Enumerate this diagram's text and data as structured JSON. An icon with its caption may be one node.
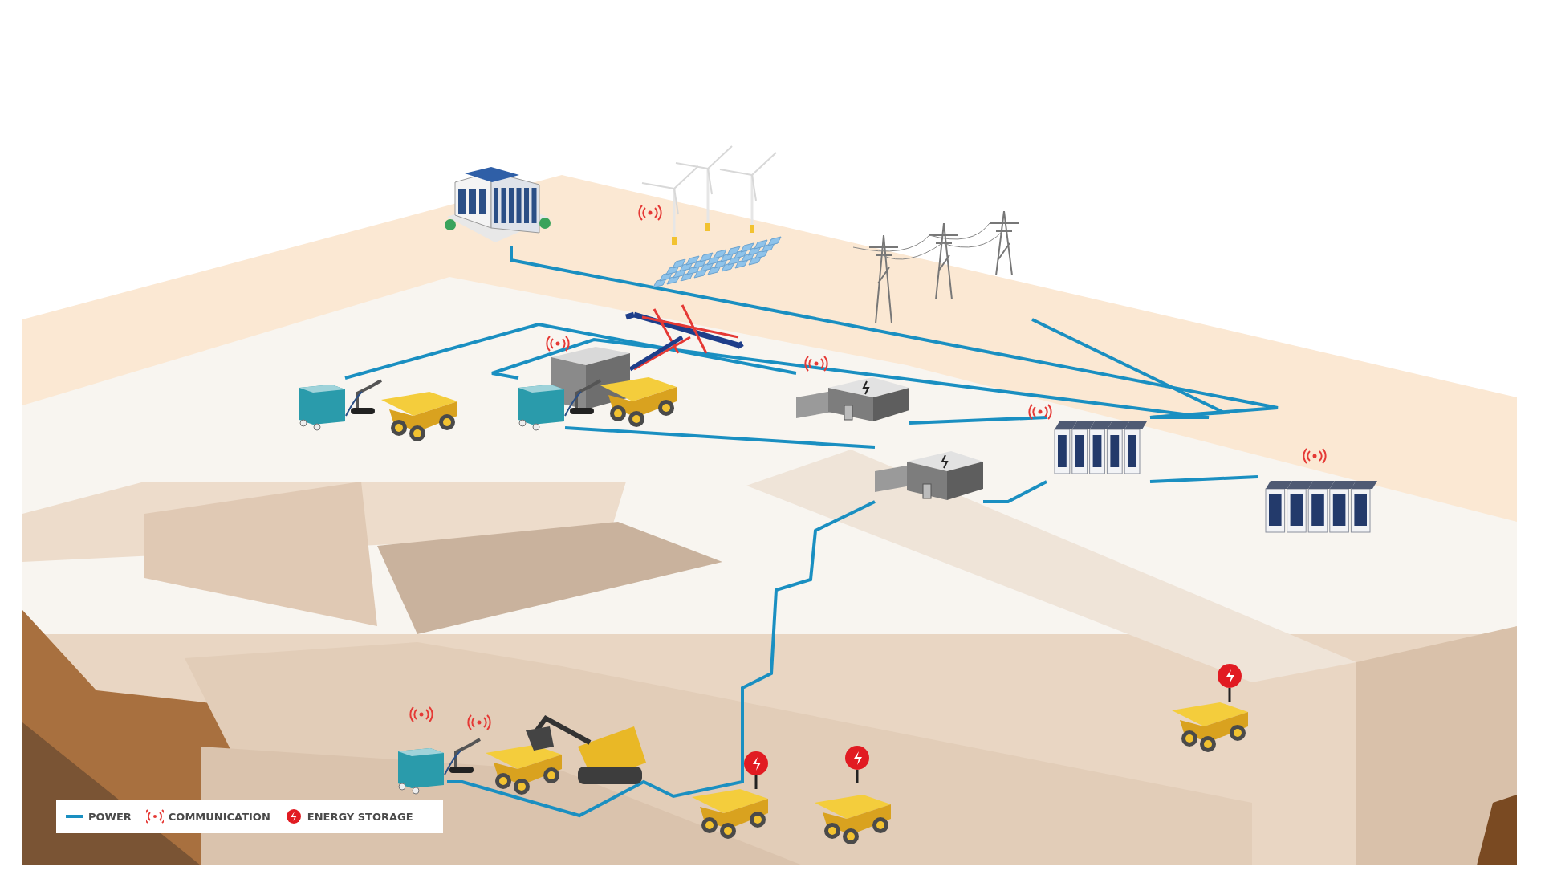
{
  "diagram": {
    "nodes": [
      {
        "text": [],
        "shape": "picture"
      },
      {
        "text": [],
        "shape": "picture"
      },
      {
        "text": [],
        "shape": "picture"
      },
      {
        "text": [],
        "shape": "picture"
      },
      {
        "text": [],
        "shape": "picture"
      },
      {
        "text": [],
        "shape": "picture"
      },
      {
        "text": [],
        "shape": "picture"
      },
      {
        "text": [],
        "shape": "picture"
      },
      {
        "text": [],
        "shape": "picture"
      }
    ],
    "edges": [
      {
        "from": 0,
        "to": 6,
        "arrow": "none"
      },
      {
        "from": 1,
        "to": 6,
        "arrow": "none"
      },
      {
        "from": 2,
        "to": 4,
        "arrow": "none"
      },
      {
        "from": 3,
        "to": 6,
        "arrow": "none"
      },
      {
        "from": 4,
        "to": 6,
        "arrow": "none"
      },
      {
        "from": 3,
        "to": 5,
        "arrow": "none"
      },
      {
        "from": 5,
        "to": 6,
        "arrow": "none"
      },
      {
        "from": 6,
        "to": 7,
        "arrow": "none"
      },
      {
        "from": 5,
        "to": 8,
        "arrow": "none"
      }
    ],
    "legend": [
      {
        "text": "POWER"
      },
      {
        "text": "COMMUNICATION"
      },
      {
        "text": "ENERGY STORAGE"
      }
    ]
  }
}
